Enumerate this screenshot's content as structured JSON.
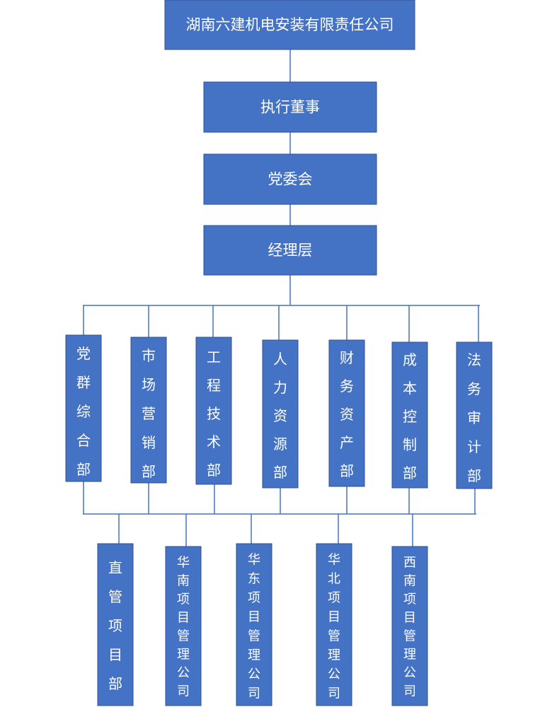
{
  "top": {
    "company": "湖南六建机电安装有限责任公司",
    "executive_director": "执行董事",
    "party_committee": "党委会",
    "management": "经理层"
  },
  "departments": [
    "党群综合部",
    "市场营销部",
    "工程技术部",
    "人力资源部",
    "财务资产部",
    "成本控制部",
    "法务审计部"
  ],
  "projects": [
    "直管项目部",
    "华南项目管理公司",
    "华东项目管理公司",
    "华北项目管理公司",
    "西南项目管理公司"
  ],
  "colors": {
    "box_fill": "#4472c4",
    "box_border": "#2f528f",
    "line": "#4472c4",
    "text": "#ffffff"
  }
}
